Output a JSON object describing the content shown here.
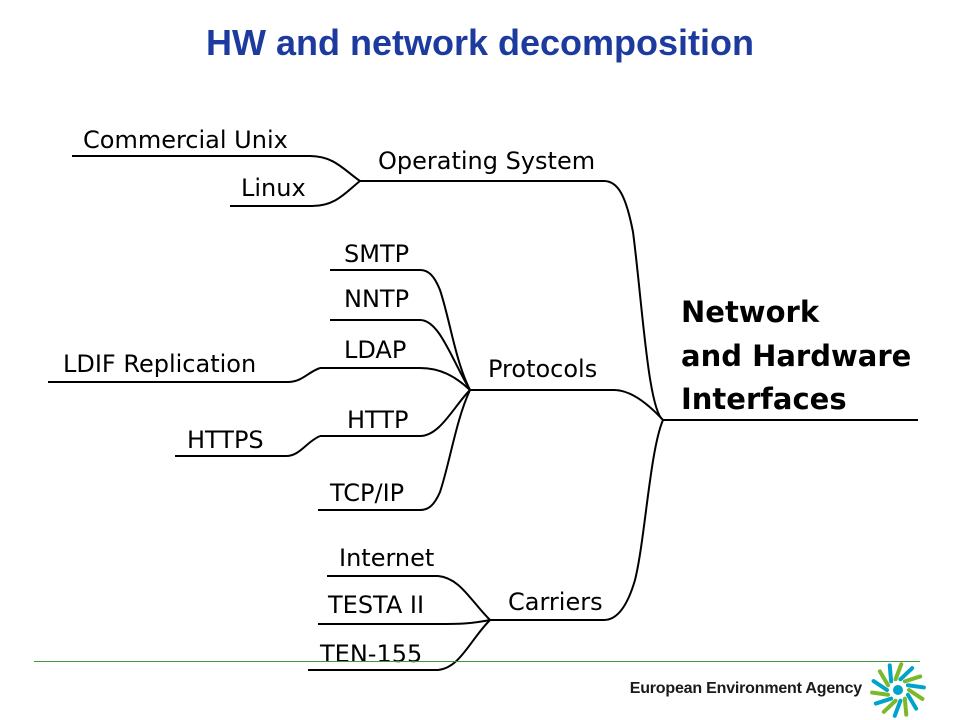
{
  "title": "HW and network decomposition",
  "root": [
    "Network",
    "and Hardware",
    "Interfaces"
  ],
  "groups": {
    "os": "Operating System",
    "protocols": "Protocols",
    "carriers": "Carriers"
  },
  "leaves": {
    "commercial_unix": "Commercial Unix",
    "linux": "Linux",
    "smtp": "SMTP",
    "nntp": "NNTP",
    "ldap": "LDAP",
    "ldif": "LDIF Replication",
    "http": "HTTP",
    "https": "HTTPS",
    "tcpip": "TCP/IP",
    "internet": "Internet",
    "testa": "TESTA II",
    "ten155": "TEN-155"
  },
  "footer": {
    "agency": "European Environment Agency",
    "logo_colors": [
      "#7ab929",
      "#00a3c9"
    ]
  }
}
